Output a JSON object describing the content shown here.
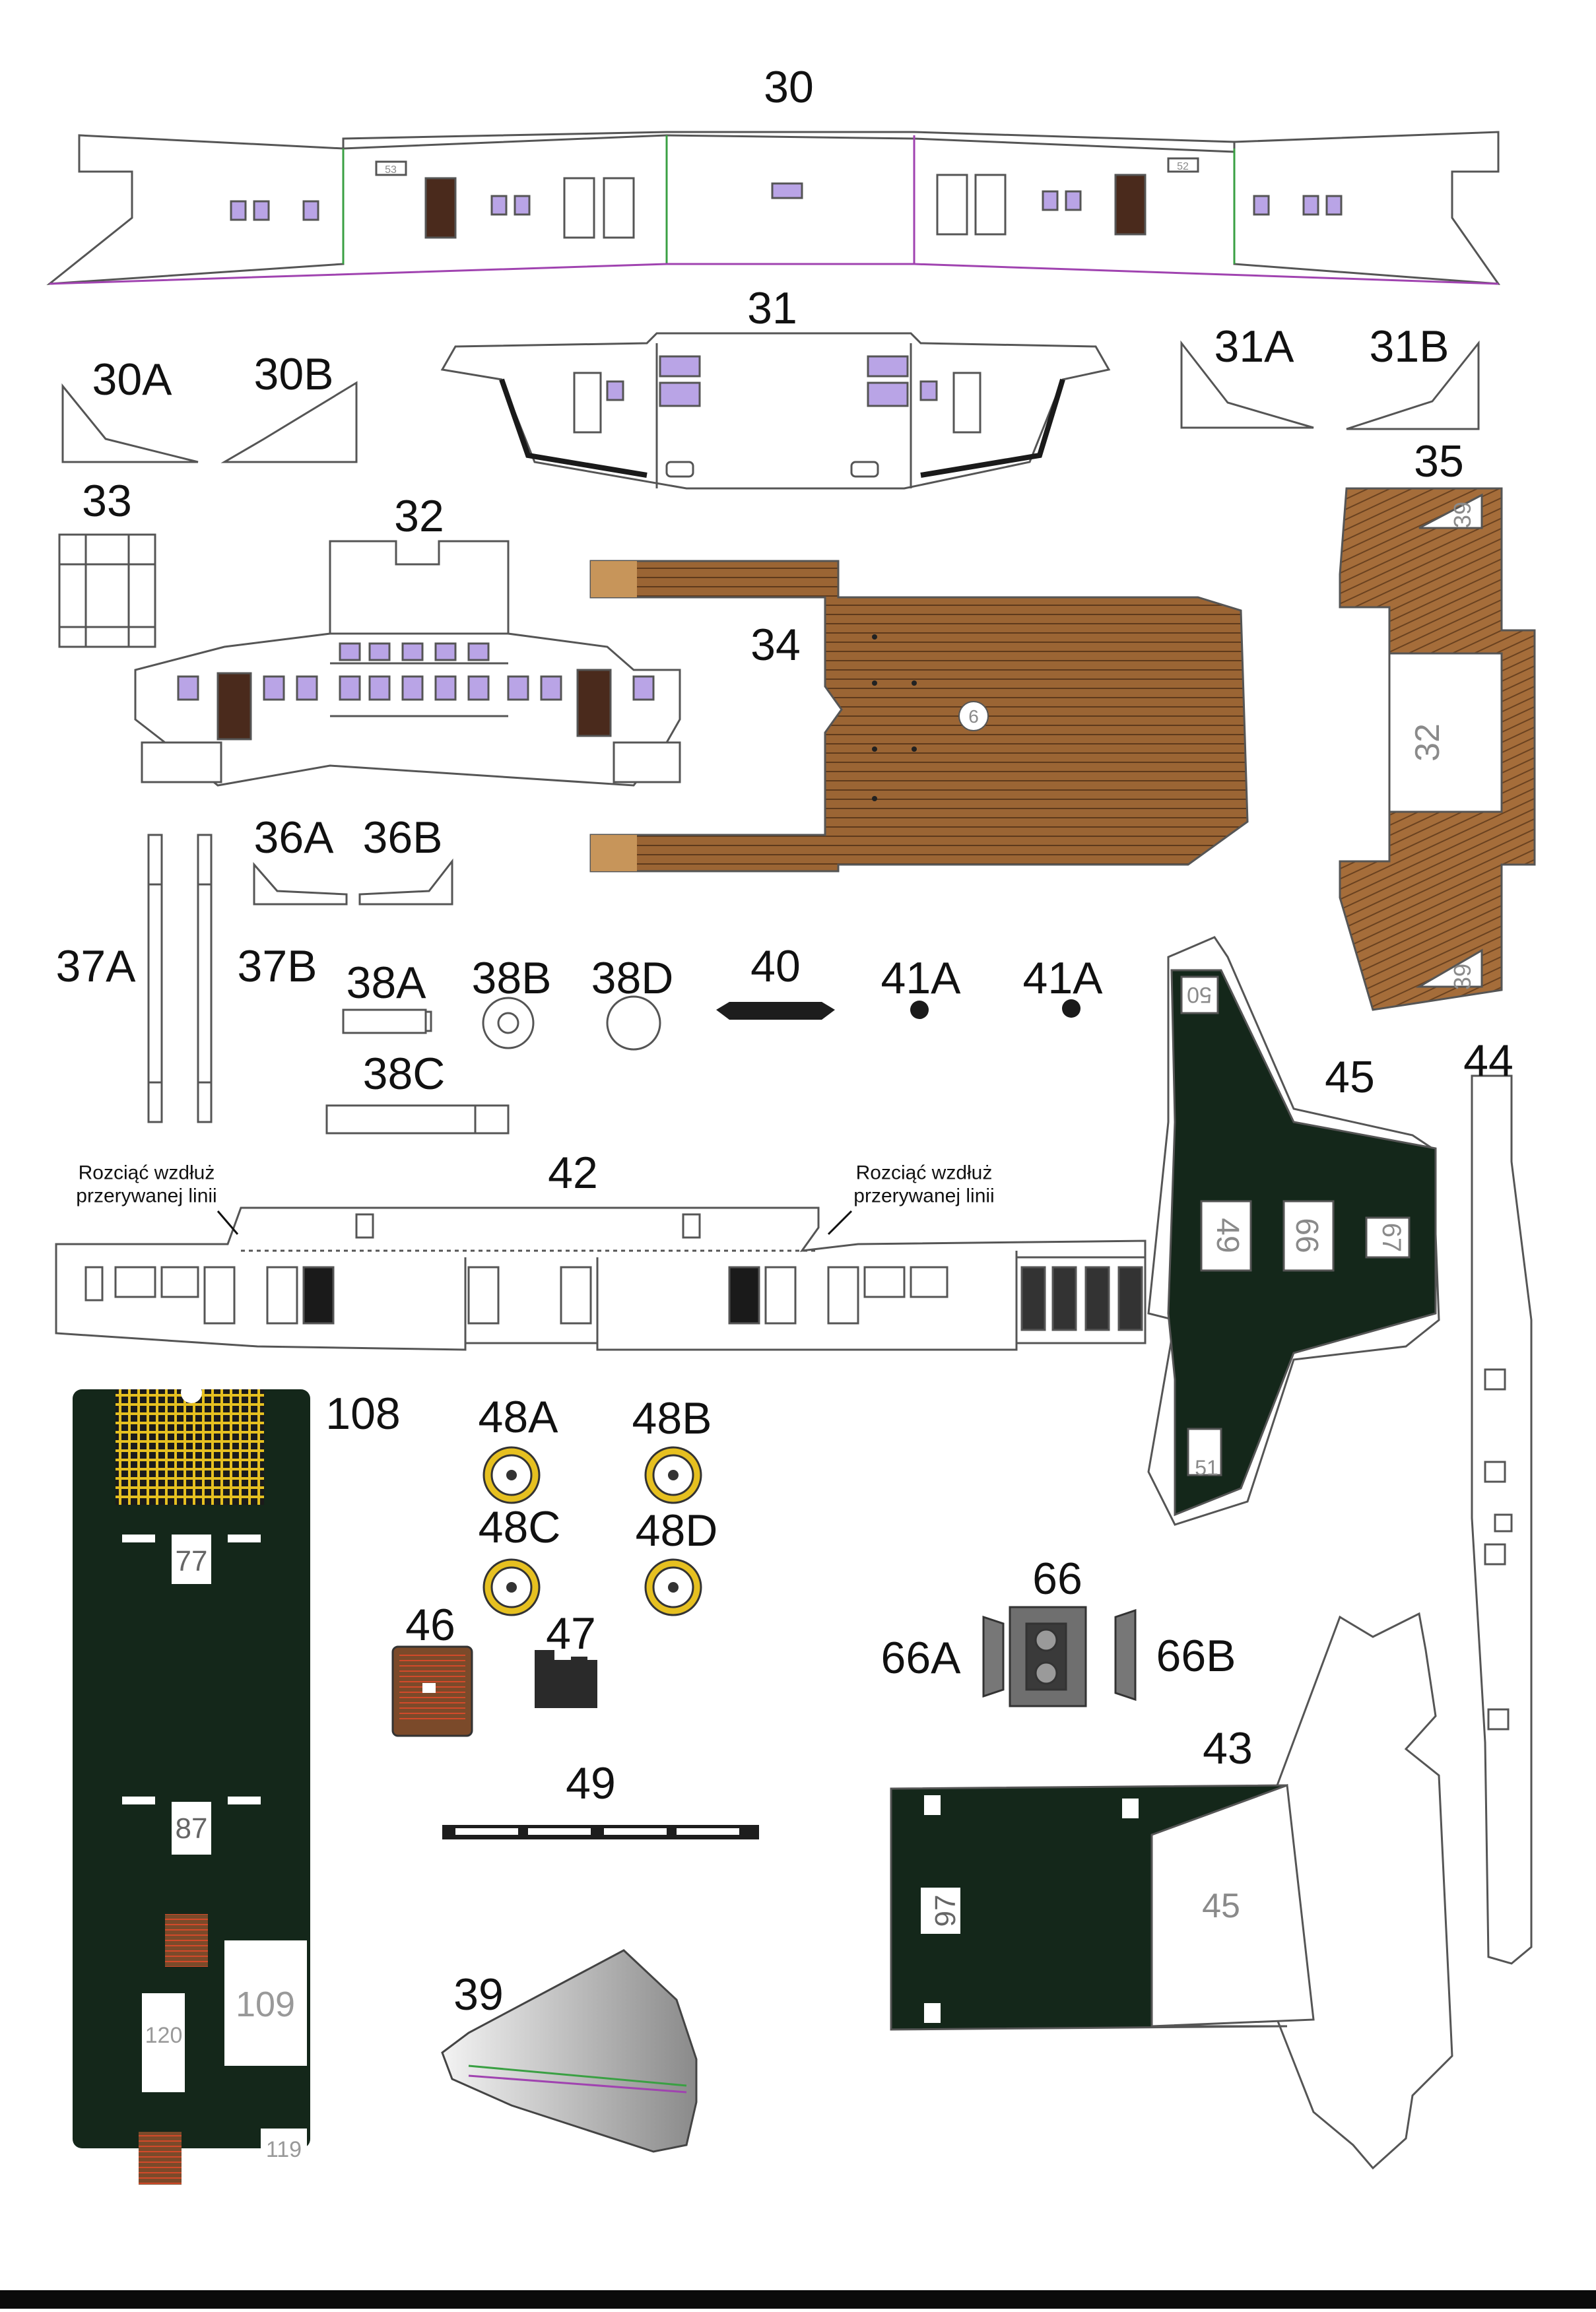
{
  "sheet": {
    "instruction": "Rozciąć wzdłuż przerywanej linii",
    "instruction_lines": [
      "Rozciąć wzdłuż",
      "przerywanej linii"
    ],
    "colors": {
      "deck_dark_green": "#14271a",
      "wood_brown": "#8a5a2e",
      "wood_light": "#c7955a",
      "door_brown": "#4a2a1c",
      "window_purple": "#b9a4e6",
      "outline": "#555555",
      "fold_green": "#3aa043",
      "fold_purple": "#a043b0"
    },
    "part_labels": {
      "p30": "30",
      "p31": "31",
      "p30a": "30A",
      "p30b": "30B",
      "p31a": "31A",
      "p31b": "31B",
      "p33": "33",
      "p32": "32",
      "p35": "35",
      "p34": "34",
      "p36a": "36A",
      "p36b": "36B",
      "p37a": "37A",
      "p37b": "37B",
      "p38a": "38A",
      "p38b": "38B",
      "p38d": "38D",
      "p40": "40",
      "p41a_1": "41A",
      "p41a_2": "41A",
      "p38c": "38C",
      "p45": "45",
      "p44": "44",
      "p42": "42",
      "p108": "108",
      "p48a": "48A",
      "p48b": "48B",
      "p48c": "48C",
      "p48d": "48D",
      "p66": "66",
      "p66a": "66A",
      "p66b": "66B",
      "p46": "46",
      "p47": "47",
      "p43": "43",
      "p49": "49",
      "p39": "39"
    },
    "inner_marks": {
      "m53": "53",
      "m52": "52",
      "m6": "6",
      "m39_top": "39",
      "m39_bottom": "39",
      "m32": "32",
      "m50": "50",
      "m49": "49",
      "m66": "66",
      "m67": "67",
      "m51": "51",
      "m77": "77",
      "m87": "87",
      "m109": "109",
      "m120": "120",
      "m119": "119",
      "m97": "97",
      "m45": "45"
    }
  }
}
